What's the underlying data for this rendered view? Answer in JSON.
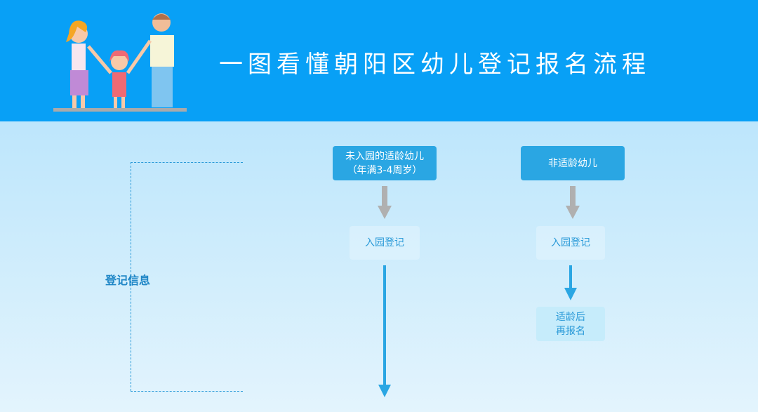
{
  "header": {
    "title": "一图看懂朝阳区幼儿登记报名流程"
  },
  "left_label": "登记信息",
  "column_a": {
    "heading_line1": "未入园的适龄幼儿",
    "heading_line2": "（年满3-4周岁）",
    "step1": "入园登记"
  },
  "column_b": {
    "heading": "非适龄幼儿",
    "step1": "入园登记",
    "step2_line1": "适龄后",
    "step2_line2": "再报名"
  },
  "colors": {
    "header": "#08a0f6",
    "box": "#2aa6e3",
    "arrow_gray": "#b0b0b0",
    "arrow_blue": "#2aa6e3"
  }
}
